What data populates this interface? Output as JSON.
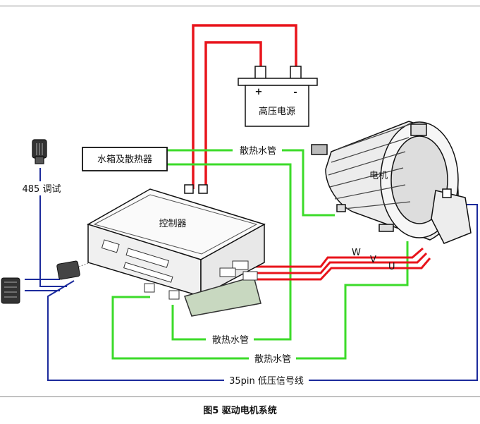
{
  "diagram": {
    "caption": "图5 驱动电机系统",
    "battery": {
      "label": "高压电源",
      "plus": "+",
      "minus": "-"
    },
    "radiator": {
      "label": "水箱及散热器"
    },
    "controller": {
      "label": "控制器"
    },
    "motor": {
      "label": "电机"
    },
    "debug": {
      "label": "485 调试"
    },
    "pipes": {
      "top": "散热水管",
      "middle": "散热水管",
      "bottom": "散热水管"
    },
    "phases": {
      "w": "W",
      "v": "V",
      "u": "U"
    },
    "signal": {
      "label": "35pin 低压信号线"
    },
    "colors": {
      "power": "#e8141b",
      "coolant": "#3cdb2a",
      "signal": "#1c2b9c",
      "outline": "#111111"
    }
  }
}
